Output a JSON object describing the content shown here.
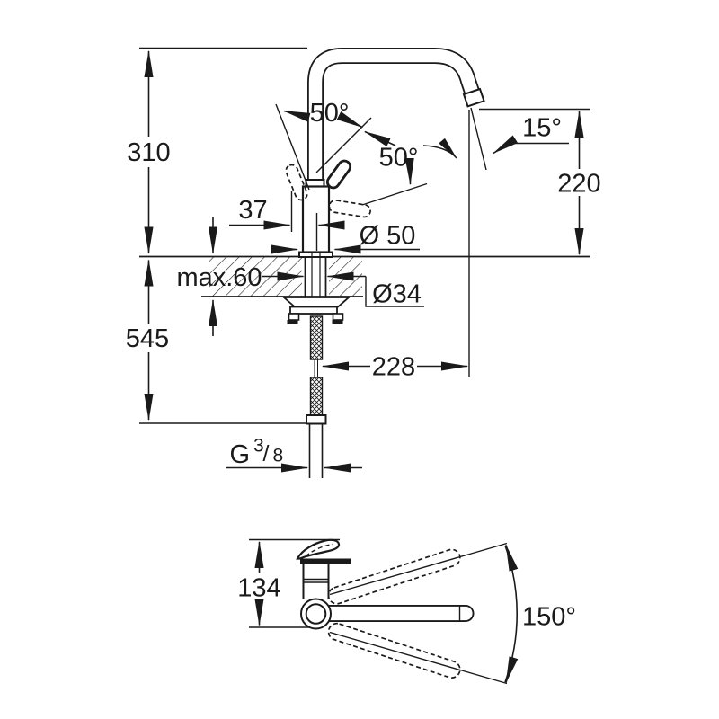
{
  "colors": {
    "background": "#ffffff",
    "line": "#1a1a1a"
  },
  "front_view": {
    "height_above_deck": "310",
    "total_height": "545",
    "handle_swing_left": "50°",
    "handle_swing_right": "50°",
    "outlet_angle": "15°",
    "outlet_height": "220",
    "handle_offset": "37",
    "base_diameter": "Ø 50",
    "max_deck_thickness": "max.60",
    "shank_diameter": "Ø34",
    "spout_projection": "228",
    "thread_letter": "G",
    "thread_numerator": "3",
    "thread_slash": "/",
    "thread_denominator": "8"
  },
  "plan_view": {
    "spout_height": "134",
    "swivel_angle": "150°"
  }
}
